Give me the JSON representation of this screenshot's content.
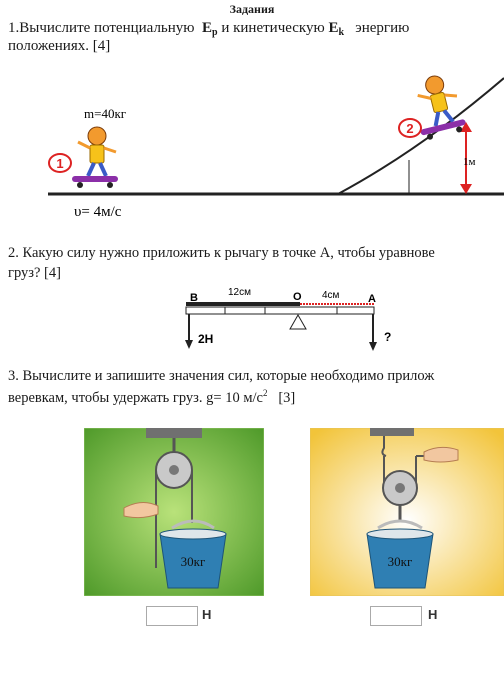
{
  "header": {
    "title": "Задания"
  },
  "task1": {
    "line1": "1.Вычислите потенциальную",
    "ep": "E",
    "ep_sub": "p",
    "and": "и кинетическую",
    "ek": "E",
    "ek_sub": "k",
    "tail": "энергию",
    "line2": "положениях. [4]",
    "mass_label": "m=40кг",
    "speed_label": "υ= 4м/с",
    "height_label": "1м",
    "position1": "1",
    "position2": "2"
  },
  "task2": {
    "line1": "2. Какую силу нужно приложить к рычагу в точке А, чтобы уравнове",
    "line2": "груз? [4]",
    "label_b": "B",
    "label_o": "O",
    "label_a": "A",
    "dist_left": "12см",
    "dist_right": "4см",
    "force_left": "2Н",
    "force_right": "?"
  },
  "task3": {
    "line1": "3. Вычислите и запишите значения сил, которые необходимо прилож",
    "line2": "веревкам, чтобы удержать груз. g= 10 м/с",
    "line2_sup": "2",
    "line2_tail": "[3]",
    "load1": "30кг",
    "load2": "30кг",
    "unit1": "Н",
    "unit2": "Н"
  }
}
